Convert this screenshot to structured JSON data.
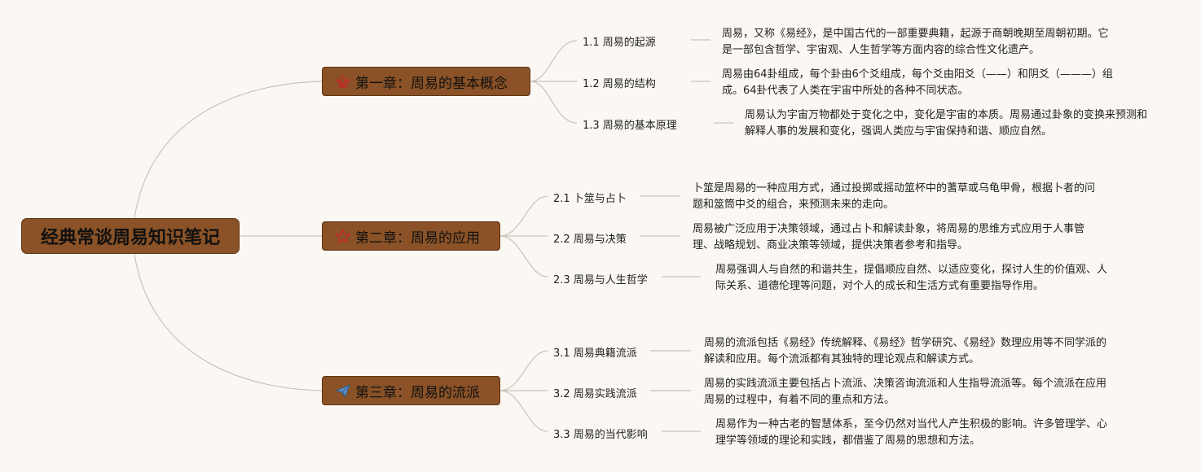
{
  "root": {
    "label": "经典常谈周易知识笔记"
  },
  "chapters": [
    {
      "label": "第一章：周易的基本概念",
      "icon": "lotus-icon",
      "topics": [
        {
          "label": "1.1 周易的起源",
          "text": "周易，又称《易经》，是中国古代的一部重要典籍，起源于商朝晚期至周朝初期。它是一部包含哲学、宇宙观、人生哲学等方面内容的综合性文化遗产。"
        },
        {
          "label": "1.2 周易的结构",
          "text": "周易由64卦组成，每个卦由6个爻组成，每个爻由阳爻（——）和阴爻（———）组成。64卦代表了人类在宇宙中所处的各种不同状态。"
        },
        {
          "label": "1.3 周易的基本原理",
          "text": "周易认为宇宙万物都处于变化之中，变化是宇宙的本质。周易通过卦象的变换来预测和解释人事的发展和变化，强调人类应与宇宙保持和谐、顺应自然。"
        }
      ]
    },
    {
      "label": "第二章：周易的应用",
      "icon": "star-icon",
      "topics": [
        {
          "label": "2.1 卜筮与占卜",
          "text": "卜筮是周易的一种应用方式，通过投掷或摇动筮杯中的蓍草或乌龟甲骨，根据卜者的问题和筮筒中爻的组合，来预测未来的走向。"
        },
        {
          "label": "2.2 周易与决策",
          "text": "周易被广泛应用于决策领域，通过占卜和解读卦象，将周易的思维方式应用于人事管理、战略规划、商业决策等领域，提供决策者参考和指导。"
        },
        {
          "label": "2.3 周易与人生哲学",
          "text": "周易强调人与自然的和谐共生，提倡顺应自然、以适应变化，探讨人生的价值观、人际关系、道德伦理等问题，对个人的成长和生活方式有重要指导作用。"
        }
      ]
    },
    {
      "label": "第三章：周易的流派",
      "icon": "paper-plane-icon",
      "topics": [
        {
          "label": "3.1 周易典籍流派",
          "text": "周易的流派包括《易经》传统解释、《易经》哲学研究、《易经》数理应用等不同学派的解读和应用。每个流派都有其独特的理论观点和解读方式。"
        },
        {
          "label": "3.2 周易实践流派",
          "text": "周易的实践流派主要包括占卜流派、决策咨询流派和人生指导流派等。每个流派在应用周易的过程中，有着不同的重点和方法。"
        },
        {
          "label": "3.3 周易的当代影响",
          "text": "周易作为一种古老的智慧体系，至今仍然对当代人产生积极的影响。许多管理学、心理学等领域的理论和实践，都借鉴了周易的思想和方法。"
        }
      ]
    }
  ]
}
